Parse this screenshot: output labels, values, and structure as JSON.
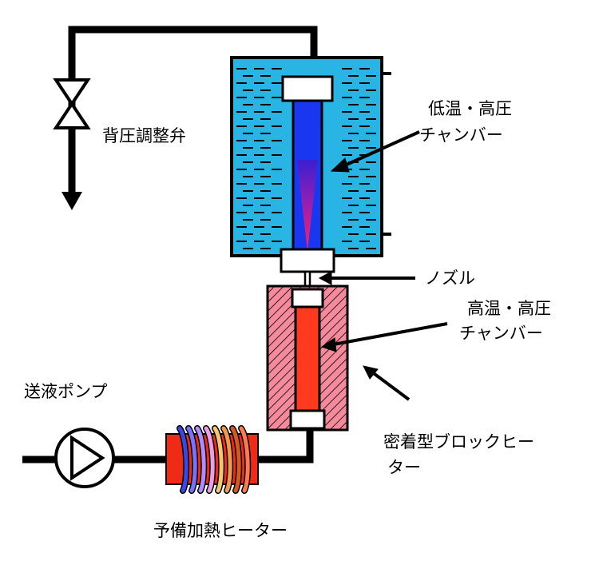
{
  "labels": {
    "back_pressure_valve": "背圧調整弁",
    "low_temp_chamber": [
      "低温・高圧",
      "チャンバー"
    ],
    "nozzle": "ノズル",
    "high_temp_chamber": [
      "高温・高圧",
      "チャンバー"
    ],
    "pump": "送液ポンプ",
    "block_heater": [
      "密着型ブロックヒー",
      "ター"
    ],
    "preheater": "予備加熱ヒーター"
  },
  "colors": {
    "coolant_bath": "#29b5e3",
    "low_temp_chamber": "#1a37f0",
    "high_temp_chamber": "#ff3a1f",
    "heater_block": "#f48a9b",
    "preheater_body": "#ef2b18",
    "coil_colors": [
      "#3a46e6",
      "#7b71ff",
      "#b08cff",
      "#e8a0e8",
      "#f3c86e",
      "#f39a4a",
      "#d65a1e",
      "#ff7a52"
    ]
  }
}
